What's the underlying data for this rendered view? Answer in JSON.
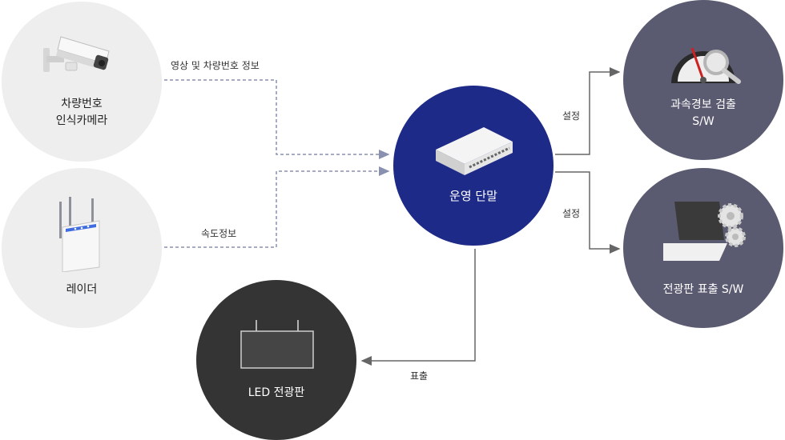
{
  "nodes": {
    "camera": {
      "line1": "차량번호",
      "line2": "인식카메라"
    },
    "radar": {
      "label": "레이더"
    },
    "terminal": {
      "label": "운영 단말"
    },
    "speed_sw": {
      "line1": "과속경보 검출",
      "line2": "S/W"
    },
    "display_sw": {
      "label": "전광판 표출 S/W"
    },
    "led": {
      "label": "LED 전광판"
    }
  },
  "edges": {
    "camera_to_terminal": "영상 및 차량번호 정보",
    "radar_to_terminal": "속도정보",
    "terminal_to_speed": "설정",
    "terminal_to_display": "설정",
    "terminal_to_led": "표출"
  },
  "colors": {
    "source_node": "#eeeeee",
    "terminal_node": "#1d2a87",
    "software_node": "#5a5b70",
    "led_node": "#343434",
    "dashed_line": "#8a90b0",
    "solid_line": "#666666"
  },
  "icons": {
    "camera": "cctv-camera-icon",
    "radar": "wifi-router-icon",
    "terminal": "network-switch-icon",
    "speed_sw": "speedometer-magnifier-icon",
    "display_sw": "laptop-gears-icon",
    "led": "led-signboard-icon"
  }
}
